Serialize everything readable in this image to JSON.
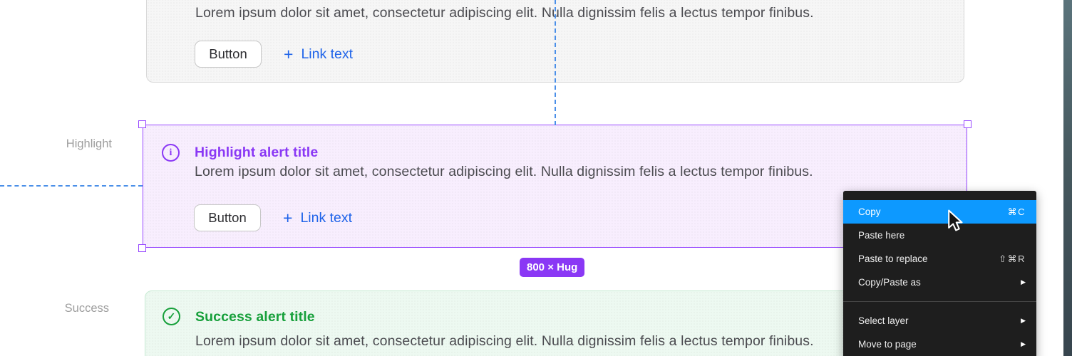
{
  "canvas": {
    "badge_text": "800 × Hug",
    "lorem_body": "Lorem ipsum dolor sit amet, consectetur adipiscing elit. Nulla dignissim felis a lectus tempor finibus."
  },
  "alerts": [
    {
      "variant": "default",
      "body": "Lorem ipsum dolor sit amet, consectetur adipiscing elit. Nulla dignissim felis a lectus tempor finibus.",
      "button_label": "Button",
      "link_label": "Link text"
    },
    {
      "variant": "highlight",
      "side_label": "Highlight",
      "title": "Highlight alert title",
      "body": "Lorem ipsum dolor sit amet, consectetur adipiscing elit. Nulla dignissim felis a lectus tempor finibus.",
      "button_label": "Button",
      "link_label": "Link text",
      "info_glyph": "i"
    },
    {
      "variant": "success",
      "side_label": "Success",
      "title": "Success alert title",
      "body": "Lorem ipsum dolor sit amet, consectetur adipiscing elit. Nulla dignissim felis a lectus tempor finibus.",
      "check_glyph": "✓"
    }
  ],
  "icons": {
    "plus": "+",
    "submenu_arrow": "▶"
  },
  "menu": {
    "items": [
      {
        "label": "Copy",
        "shortcut": "⌘C",
        "active": true
      },
      {
        "label": "Paste here",
        "shortcut": ""
      },
      {
        "label": "Paste to replace",
        "shortcut": "⇧⌘R"
      },
      {
        "label": "Copy/Paste as",
        "submenu": true
      },
      {
        "label": "Select layer",
        "submenu": true
      },
      {
        "label": "Move to page",
        "submenu": true
      }
    ]
  },
  "colors": {
    "selection_purple": "#9747FF",
    "accent_purple": "#8A38F5",
    "link_blue": "#1E63E9",
    "success_green": "#17A03B",
    "menu_highlight_blue": "#0D99FF",
    "guide_blue": "#4A8FE8",
    "badge_bg": "#8A38F5"
  }
}
